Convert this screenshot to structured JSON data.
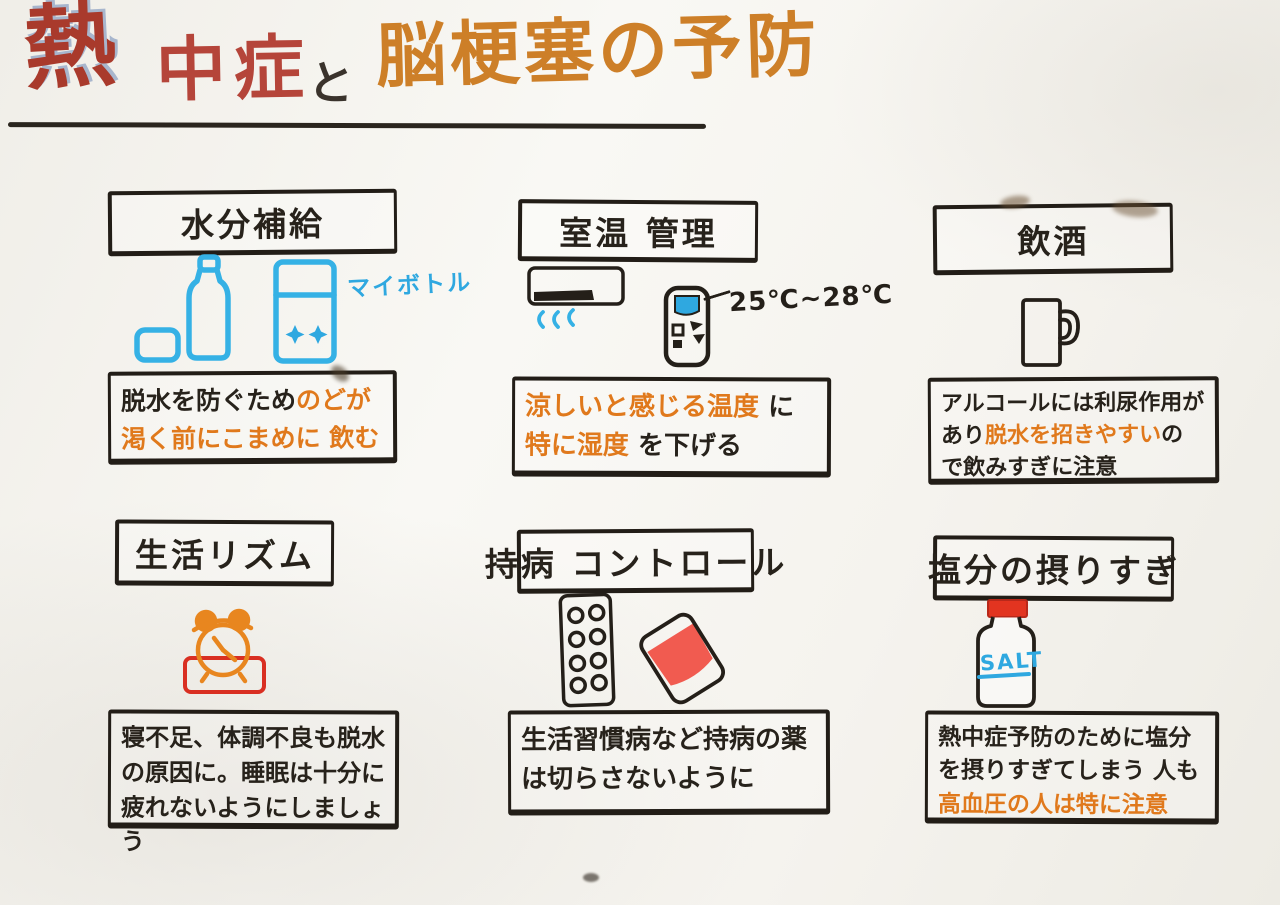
{
  "title": {
    "segments": [
      {
        "text": "熱",
        "color": "red-blue-mixed"
      },
      {
        "text": "中症",
        "color": "red"
      },
      {
        "text": "と",
        "color": "black"
      },
      {
        "text": "脳梗塞の予防",
        "color": "orange"
      }
    ]
  },
  "colors": {
    "ink_black": "#27221b",
    "marker_orange": "#e0791c",
    "marker_red": "#d92f22",
    "marker_cyan": "#35b1e5",
    "marker_blue": "#2fa8e0",
    "paper": "#f5f3ee"
  },
  "sections": [
    {
      "id": "hydration",
      "header": "水分補給",
      "annotation": "マイボトル",
      "icons": [
        "cup-icon",
        "pet-bottle-icon",
        "tumbler-icon"
      ],
      "body_segments": [
        {
          "text": "脱水を防ぐため",
          "color": "black"
        },
        {
          "text": "のどが渇く前にこまめに 飲む",
          "color": "orange"
        }
      ]
    },
    {
      "id": "room-temperature",
      "header": "室温 管理",
      "annotation": "25℃~28℃",
      "icons": [
        "air-conditioner-icon",
        "remote-control-icon"
      ],
      "body_segments": [
        {
          "text": "涼しいと感じる温度",
          "color": "orange"
        },
        {
          "text": "に",
          "color": "black"
        },
        {
          "text": "特に湿度",
          "color": "orange"
        },
        {
          "text": "を下げる",
          "color": "black"
        }
      ]
    },
    {
      "id": "alcohol",
      "header": "飲酒",
      "icons": [
        "beer-mug-icon"
      ],
      "body_segments": [
        {
          "text": "アルコールには利尿作用があり",
          "color": "black"
        },
        {
          "text": "脱水を招きやすい",
          "color": "orange"
        },
        {
          "text": "ので飲みすぎに注意",
          "color": "black"
        }
      ]
    },
    {
      "id": "life-rhythm",
      "header": "生活リズム",
      "icons": [
        "alarm-clock-icon",
        "pillow-icon"
      ],
      "body_segments": [
        {
          "text": "寝不足、体調不良も脱水の原因に。睡眠は十分に疲れないようにしましょう",
          "color": "black"
        }
      ]
    },
    {
      "id": "chronic-disease",
      "header": "持病 コントロール",
      "icons": [
        "pill-sheet-icon",
        "medicine-packet-icon"
      ],
      "body_segments": [
        {
          "text": "生活習慣病など持病の薬は切らさないように",
          "color": "black"
        }
      ]
    },
    {
      "id": "salt-intake",
      "header": "塩分の摂りすぎ",
      "salt_label": "SALT",
      "icons": [
        "salt-container-icon"
      ],
      "body_segments": [
        {
          "text": "熱中症予防のために塩分を摂りすぎてしまう 人も",
          "color": "black"
        },
        {
          "text": "高血圧の人は特に注意",
          "color": "orange"
        }
      ]
    }
  ]
}
